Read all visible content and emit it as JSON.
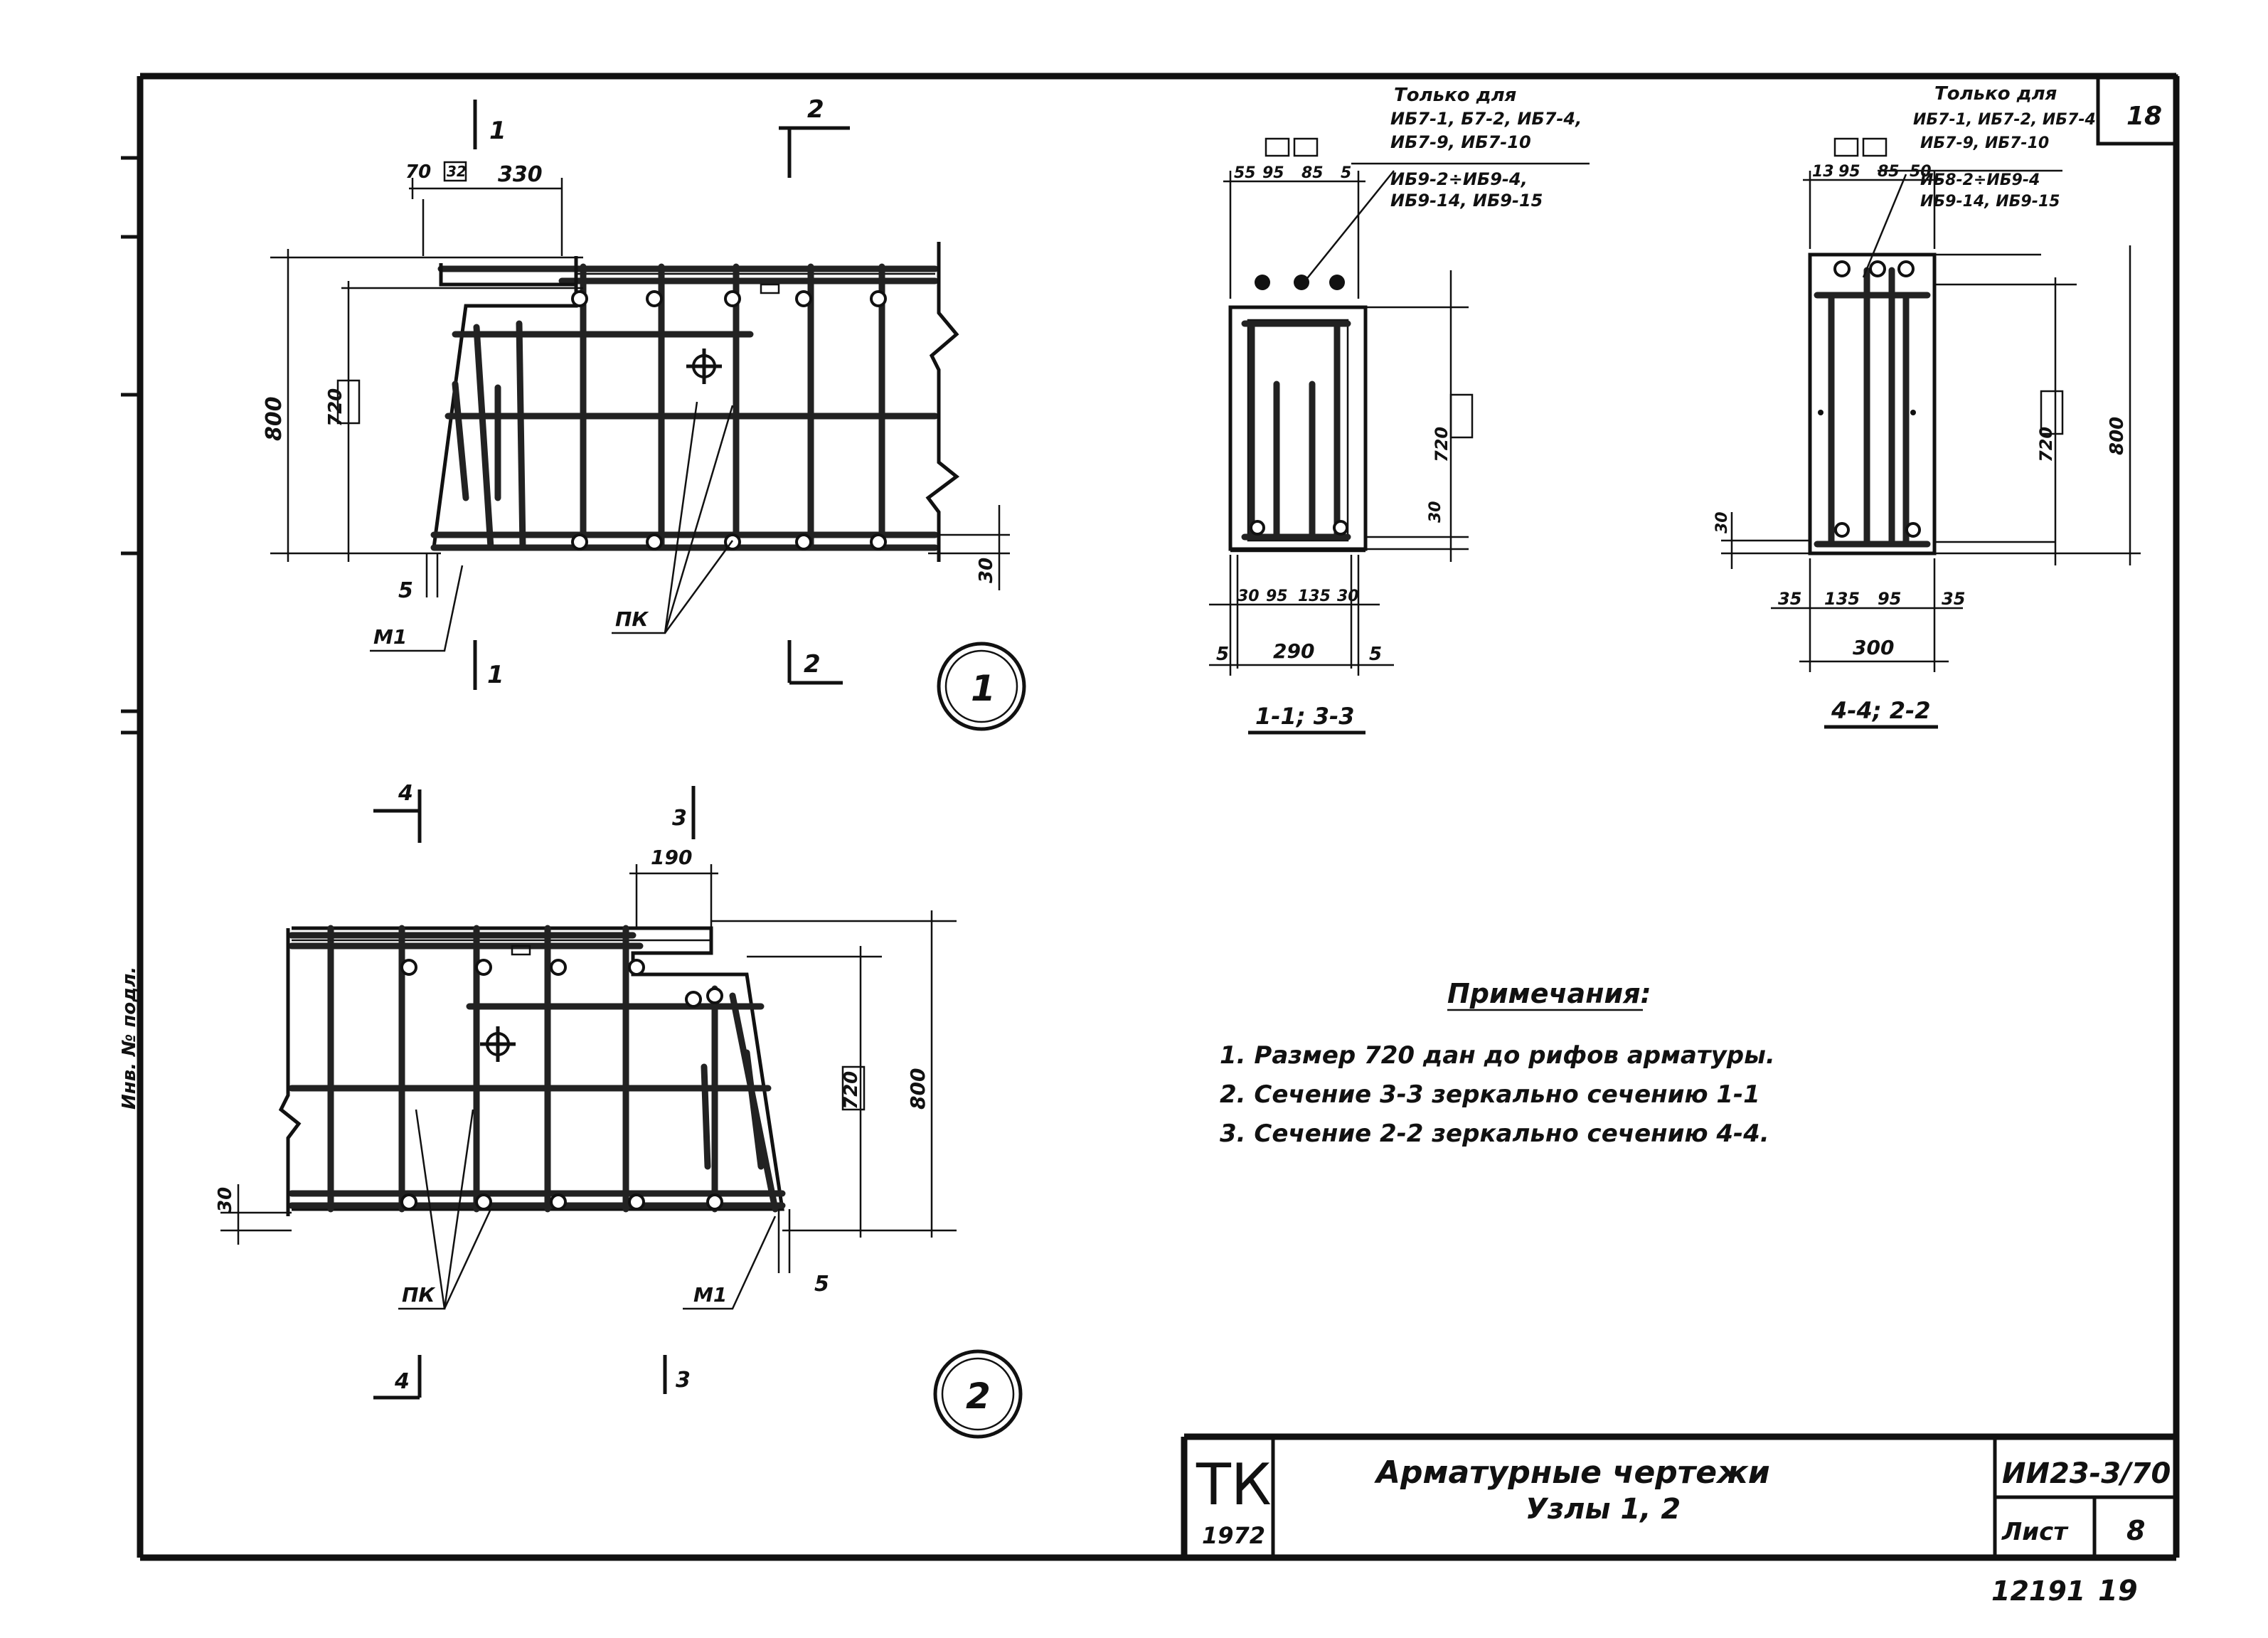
{
  "sheet_number": "18",
  "side_text": "Инв. № подл.",
  "node1": {
    "cut1_label": "1",
    "cut2_label": "2",
    "dim_70": "70",
    "dim_330": "330",
    "dim_800": "800",
    "dim_720": "720",
    "dim_30": "30",
    "dim_5": "5",
    "tag_m1": "М1",
    "tag_pk": "ПК",
    "node_number": "1",
    "box_32": "32"
  },
  "node2": {
    "cut4_label": "4",
    "cut3_label": "3",
    "dim_190": "190",
    "dim_720": "720",
    "dim_800": "800",
    "dim_30": "30",
    "dim_5": "5",
    "tag_pk": "ПК",
    "tag_m1": "М1",
    "node_number": "2"
  },
  "section_11": {
    "note_only_for": "Только для",
    "note_line1": "ИБ7-1, Б7-2, ИБ7-4,",
    "note_line2": "ИБ7-9, ИБ7-10",
    "note_line3": "ИБ9-2÷ИБ9-4,",
    "note_line4": "ИБ9-14, ИБ9-15",
    "top_dims": [
      "55",
      "95",
      "85",
      "5"
    ],
    "dim_720": "720",
    "dim_30": "30",
    "bottom_dims": [
      "30",
      "95",
      "135",
      "30"
    ],
    "dim_5a": "5",
    "dim_290": "290",
    "dim_5b": "5",
    "caption": "1-1; 3-3"
  },
  "section_44": {
    "note_only_for": "Только для",
    "note_line1": "ИБ7-1, ИБ7-2, ИБ7-4",
    "note_line2": "ИБ7-9, ИБ7-10",
    "note_line3": "ИБ8-2÷ИБ9-4",
    "note_line4": "ИБ9-14, ИБ9-15",
    "top_dims": [
      "13",
      "95",
      "85",
      "50"
    ],
    "dim_720": "720",
    "dim_800": "800",
    "dim_30": "30",
    "bottom_dims": [
      "35",
      "135",
      "95",
      "35"
    ],
    "dim_300": "300",
    "caption": "4-4; 2-2"
  },
  "notes": {
    "title": "Примечания:",
    "items": [
      "1. Размер 720 дан до рифов арматуры.",
      "2. Сечение 3-3 зеркально сечению 1-1",
      "3. Сечение 2-2 зеркально сечению 4-4."
    ]
  },
  "title_block": {
    "logo": "ТК",
    "year": "1972",
    "title_line1": "Арматурные чертежи",
    "title_line2": "Узлы 1, 2",
    "code": "ИИ23-3/70",
    "sheet_label": "Лист",
    "sheet_value": "8",
    "archive_number": "12191",
    "archive_page": "19"
  }
}
